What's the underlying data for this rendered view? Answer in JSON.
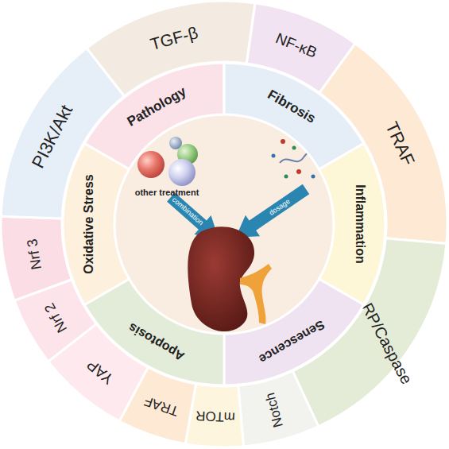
{
  "diagram": {
    "nodes": [
      {
        "text": [
          "TGF-β"
        ]
      },
      {
        "text": [
          "NF-κB"
        ]
      },
      {
        "text": [
          "TRAF"
        ]
      },
      {
        "text": [
          "NLRP/Caspase"
        ]
      },
      {
        "text": [
          "Notch"
        ]
      },
      {
        "text": [
          "mTOR"
        ]
      },
      {
        "text": [
          "TRAF"
        ]
      },
      {
        "text": [
          "YAP"
        ]
      },
      {
        "text": [
          "Nrf 2"
        ]
      },
      {
        "text": [
          "Nrf 3"
        ]
      },
      {
        "text": [
          "PI3K/Akt"
        ]
      },
      {
        "text": [
          "Pathology"
        ]
      },
      {
        "text": [
          "Fibrosis"
        ]
      },
      {
        "text": [
          "Inflammation"
        ]
      },
      {
        "text": [
          "Senescence"
        ]
      },
      {
        "text": [
          "Apoptosis"
        ]
      },
      {
        "text": [
          "Oxidative Stress"
        ]
      }
    ],
    "labels": [
      "other treatment",
      "combination",
      "dosage"
    ]
  }
}
